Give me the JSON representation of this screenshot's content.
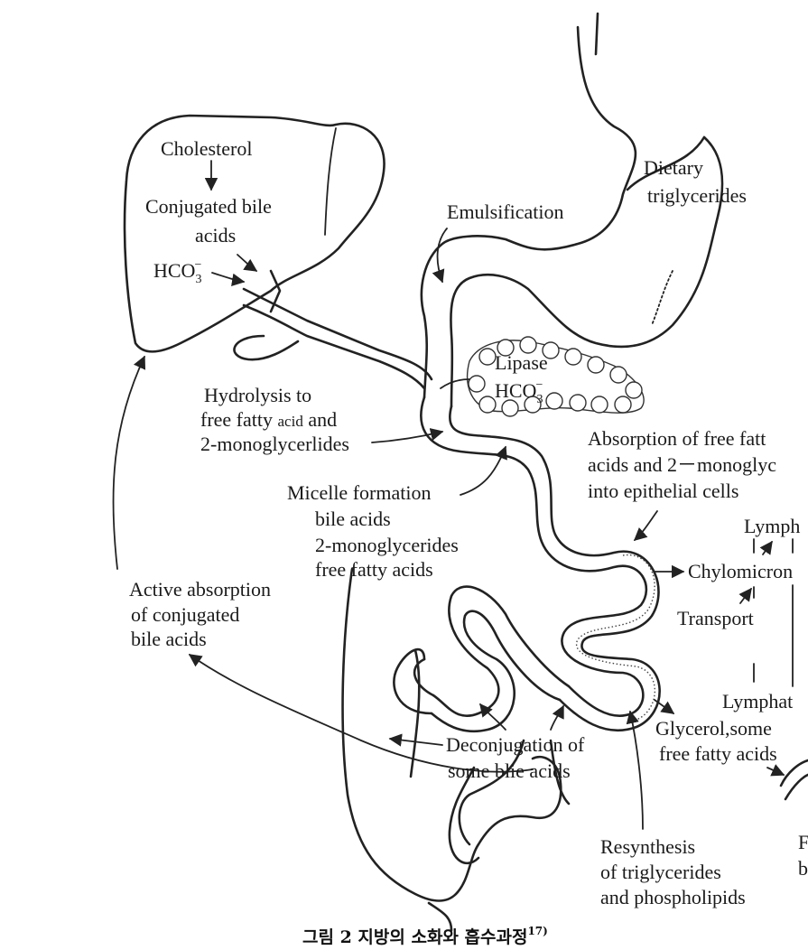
{
  "labels": {
    "cholesterol": "Cholesterol",
    "conjugated_bile_1": "Conjugated bile",
    "conjugated_bile_2": "acids",
    "hco3_liver": "HCO",
    "emulsification": "Emulsification",
    "dietary_1": "Dietary",
    "dietary_2": "triglycerides",
    "lipase": "Lipase",
    "hco3_pancreas": "HCO",
    "hydrolysis_1": "Hydrolysis to",
    "hydrolysis_2a": "free fatty ",
    "hydrolysis_2b": "acid",
    "hydrolysis_2c": " and",
    "hydrolysis_3": "2-monoglycerlides",
    "absorption_1": "Absorption of free fatt",
    "absorption_2": "acids and 2－monoglyc",
    "absorption_3": "into epithelial cells",
    "micelle_1": "Micelle formation",
    "micelle_2": "bile acids",
    "micelle_3": "2-monoglycerides",
    "micelle_4": "free fatty acids",
    "lymph": "Lymph",
    "chylomicron": "Chylomicron",
    "transport": "Transport",
    "lymphat": "Lymphat",
    "active_1": "Active absorption",
    "active_2": "of conjugated",
    "active_3": "bile acids",
    "glycerol_1": "Glycerol,some",
    "glycerol_2": "free fatty acids",
    "deconj_1": "Deconjugation of",
    "deconj_2": "some blie acids",
    "resynth_1": "Resynthesis",
    "resynth_2": "of triglycerides",
    "resynth_3": "and phospholipids",
    "edge_f": "F",
    "edge_b": "b"
  },
  "caption": {
    "text": "그림 2  지방의 소화와 흡수과정",
    "ref": "17)"
  }
}
